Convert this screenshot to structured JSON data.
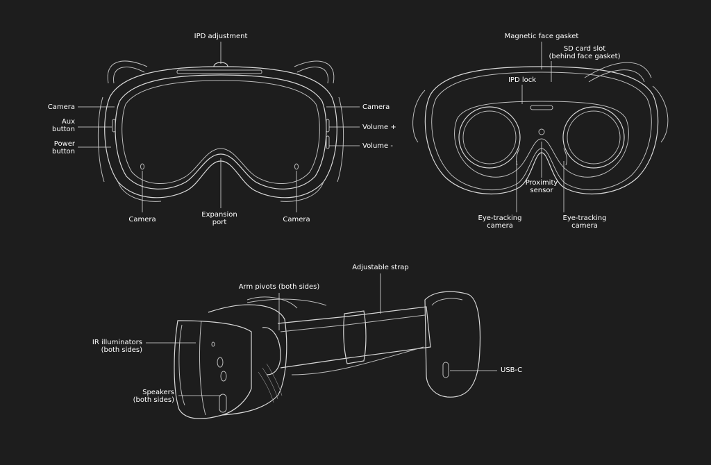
{
  "front_view": {
    "labels": {
      "ipd_adjustment": "IPD adjustment",
      "camera_upper_left": "Camera",
      "aux_button": "Aux\nbutton",
      "power_button": "Power\nbutton",
      "camera_upper_right": "Camera",
      "volume_up": "Volume +",
      "volume_down": "Volume -",
      "camera_lower_left": "Camera",
      "expansion_port": "Expansion\nport",
      "camera_lower_right": "Camera"
    }
  },
  "rear_view": {
    "labels": {
      "magnetic_face_gasket": "Magnetic face gasket",
      "sd_card_slot": "SD card slot\n(behind face gasket)",
      "ipd_lock": "IPD lock",
      "proximity_sensor": "Proximity\nsensor",
      "eye_tracking_camera_left": "Eye-tracking\ncamera",
      "eye_tracking_camera_right": "Eye-tracking\ncamera"
    }
  },
  "side_view": {
    "labels": {
      "adjustable_strap": "Adjustable strap",
      "arm_pivots": "Arm pivots (both sides)",
      "ir_illuminators": "IR illuminators\n(both sides)",
      "speakers": "Speakers\n(both sides)",
      "usb_c": "USB-C"
    }
  },
  "colors": {
    "background": "#1d1d1d",
    "line": "#d8d8d8",
    "text": "#ffffff"
  }
}
